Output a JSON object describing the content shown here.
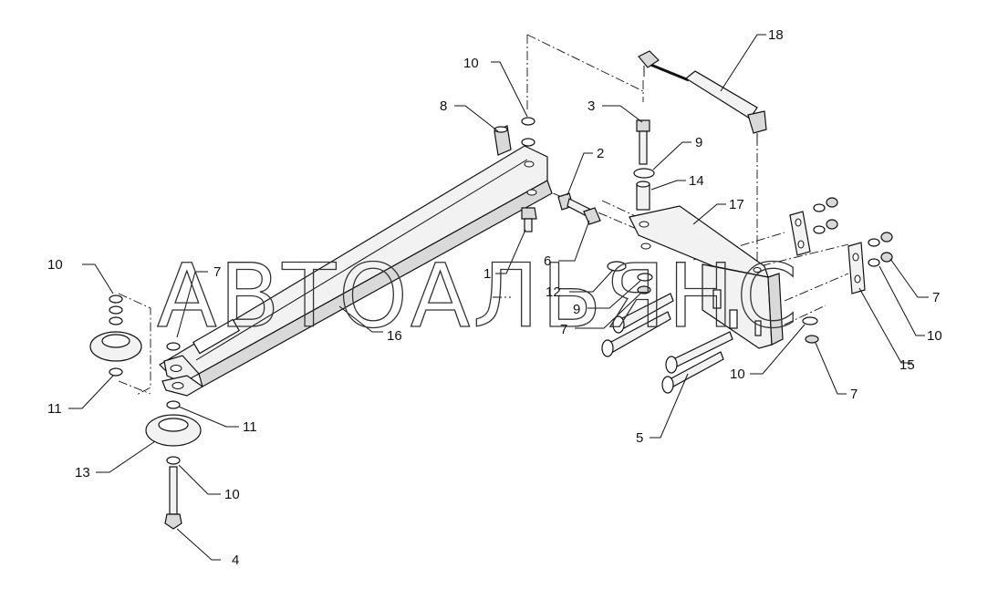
{
  "watermark": "АВТОАЛЬЯНС",
  "callouts": [
    "1",
    "2",
    "3",
    "4",
    "5",
    "6",
    "7",
    "8",
    "9",
    "10",
    "11",
    "12",
    "13",
    "14",
    "15",
    "16",
    "17",
    "18"
  ]
}
